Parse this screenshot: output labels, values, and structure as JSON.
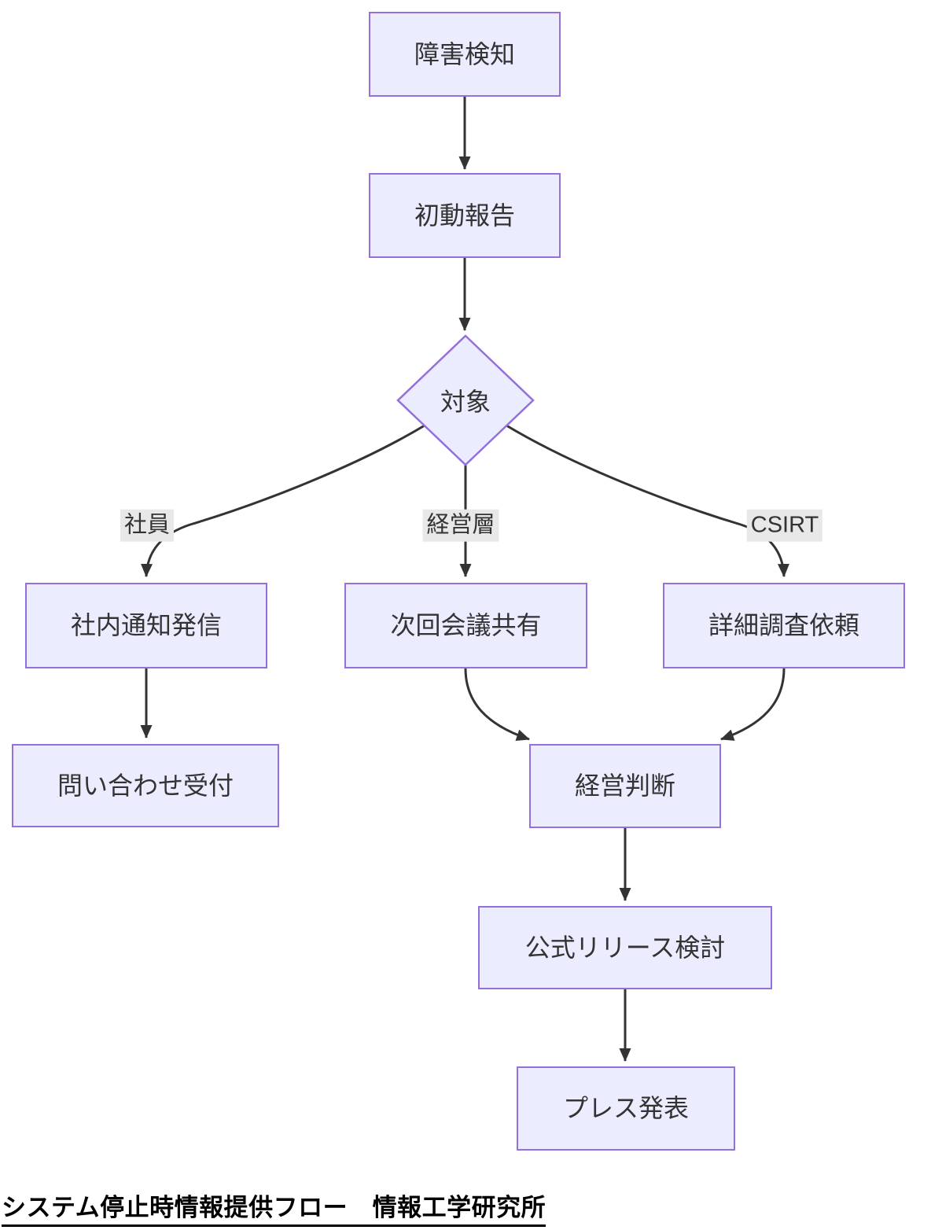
{
  "diagram": {
    "type": "flowchart",
    "direction": "top-down",
    "caption": "システム停止時情報提供フロー　情報工学研究所",
    "nodes": [
      {
        "id": "fault-detection",
        "label": "障害検知",
        "shape": "rect"
      },
      {
        "id": "initial-report",
        "label": "初動報告",
        "shape": "rect"
      },
      {
        "id": "target-decision",
        "label": "対象",
        "shape": "diamond"
      },
      {
        "id": "internal-notification",
        "label": "社内通知発信",
        "shape": "rect"
      },
      {
        "id": "next-meeting-share",
        "label": "次回会議共有",
        "shape": "rect"
      },
      {
        "id": "detailed-investigation",
        "label": "詳細調査依頼",
        "shape": "rect"
      },
      {
        "id": "inquiry-reception",
        "label": "問い合わせ受付",
        "shape": "rect"
      },
      {
        "id": "management-decision",
        "label": "経営判断",
        "shape": "rect"
      },
      {
        "id": "official-release-review",
        "label": "公式リリース検討",
        "shape": "rect"
      },
      {
        "id": "press-announcement",
        "label": "プレス発表",
        "shape": "rect"
      }
    ],
    "edges": [
      {
        "from": "障害検知",
        "to": "初動報告",
        "label": ""
      },
      {
        "from": "初動報告",
        "to": "対象",
        "label": ""
      },
      {
        "from": "対象",
        "to": "社内通知発信",
        "label": "社員"
      },
      {
        "from": "対象",
        "to": "次回会議共有",
        "label": "経営層"
      },
      {
        "from": "対象",
        "to": "詳細調査依頼",
        "label": "CSIRT"
      },
      {
        "from": "社内通知発信",
        "to": "問い合わせ受付",
        "label": ""
      },
      {
        "from": "次回会議共有",
        "to": "経営判断",
        "label": ""
      },
      {
        "from": "詳細調査依頼",
        "to": "経営判断",
        "label": ""
      },
      {
        "from": "経営判断",
        "to": "公式リリース検討",
        "label": ""
      },
      {
        "from": "公式リリース検討",
        "to": "プレス発表",
        "label": ""
      }
    ],
    "colors": {
      "node_fill": "#ECECFF",
      "node_border": "#9370DB",
      "edge_line": "#333333",
      "edge_label_bg": "#e8e8e8",
      "node_text": "#333333",
      "caption_text": "#000000",
      "background": "#ffffff"
    }
  }
}
